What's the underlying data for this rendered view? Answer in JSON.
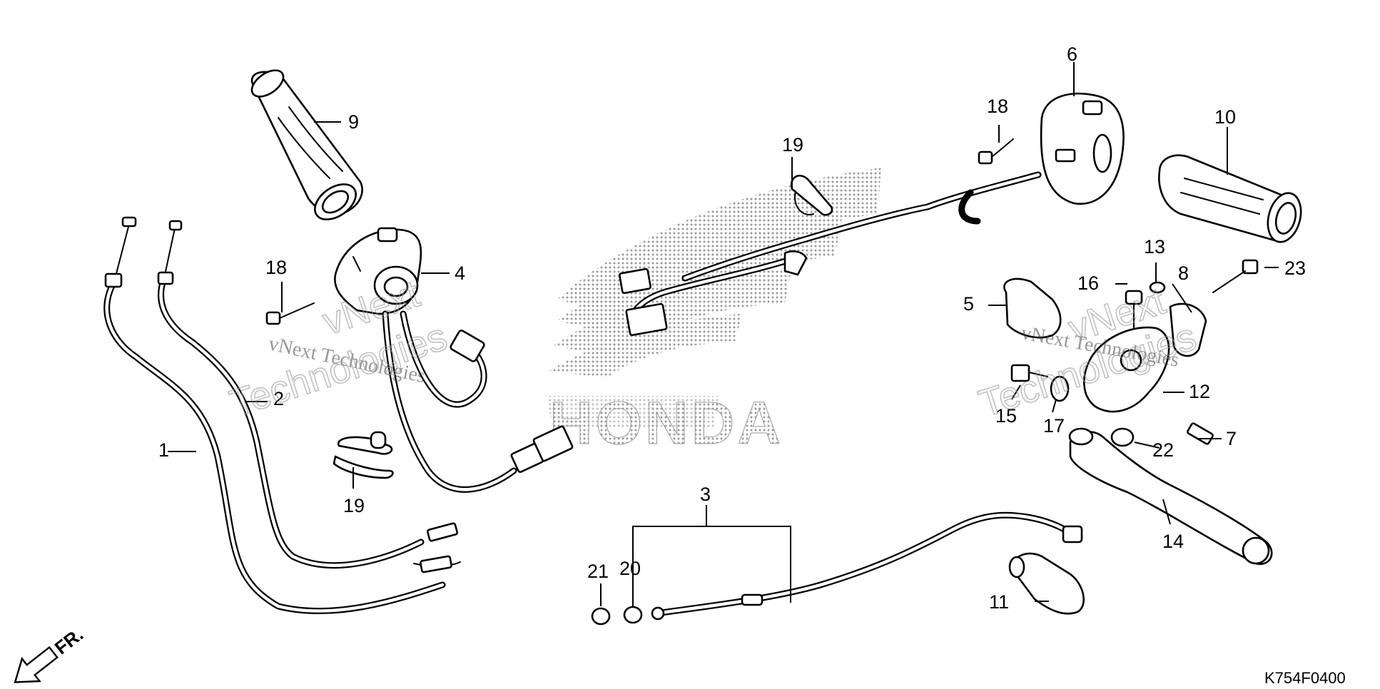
{
  "brand": {
    "logo_text": "HONDA"
  },
  "watermark": {
    "text_a": "vNext Technologies",
    "text_b": "vNext",
    "text_c": "Technologies"
  },
  "direction": {
    "label": "FR."
  },
  "diagram_code": "K754F0400",
  "callouts": [
    "1",
    "2",
    "3",
    "4",
    "5",
    "6",
    "7",
    "8",
    "9",
    "10",
    "11",
    "12",
    "13",
    "14",
    "15",
    "16",
    "17",
    "18",
    "18",
    "19",
    "19",
    "20",
    "21",
    "22",
    "23"
  ],
  "colors": {
    "ink": "#000000",
    "halftone": "#9a9a9a",
    "background": "#ffffff"
  }
}
